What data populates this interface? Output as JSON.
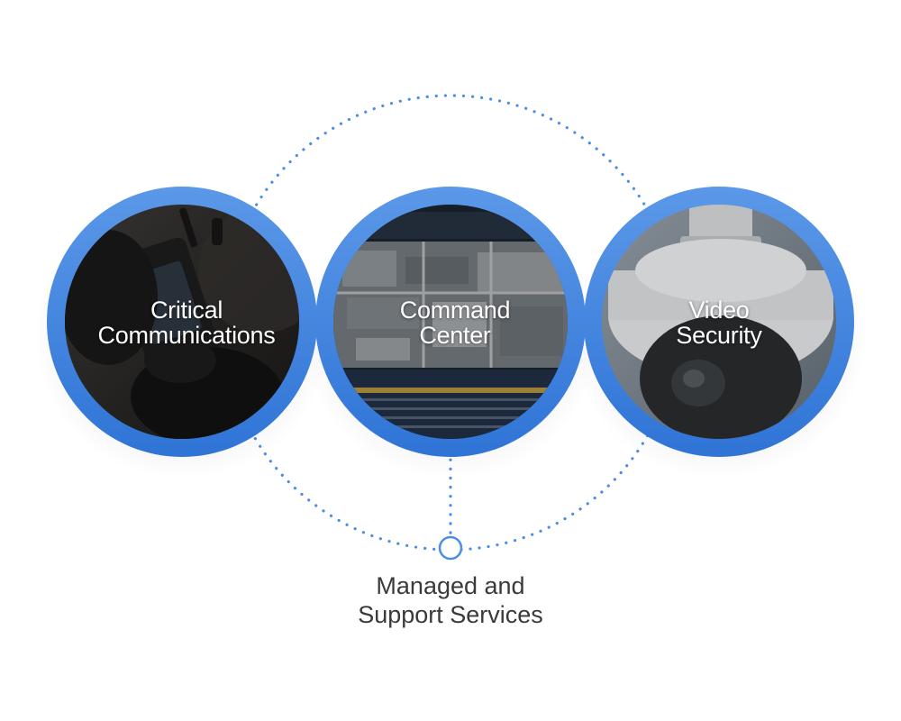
{
  "colors": {
    "ring": "#3d82dd",
    "ring_light": "#6ea7ee",
    "dots": "#4a8ee6",
    "label_text": "#ffffff",
    "caption_text": "#3a3a3a"
  },
  "nodes": [
    {
      "id": "critical-communications",
      "lines": [
        "Critical",
        "Communications"
      ],
      "image": "handheld-radio-in-gloved-hand"
    },
    {
      "id": "command-center",
      "lines": [
        "Command",
        "Center"
      ],
      "image": "dispatch-map-monitor"
    },
    {
      "id": "video-security",
      "lines": [
        "Video",
        "Security"
      ],
      "image": "dome-security-camera"
    }
  ],
  "hub": {
    "lines": [
      "Managed and",
      "Support Services"
    ],
    "icon": "hollow-circle-icon"
  }
}
